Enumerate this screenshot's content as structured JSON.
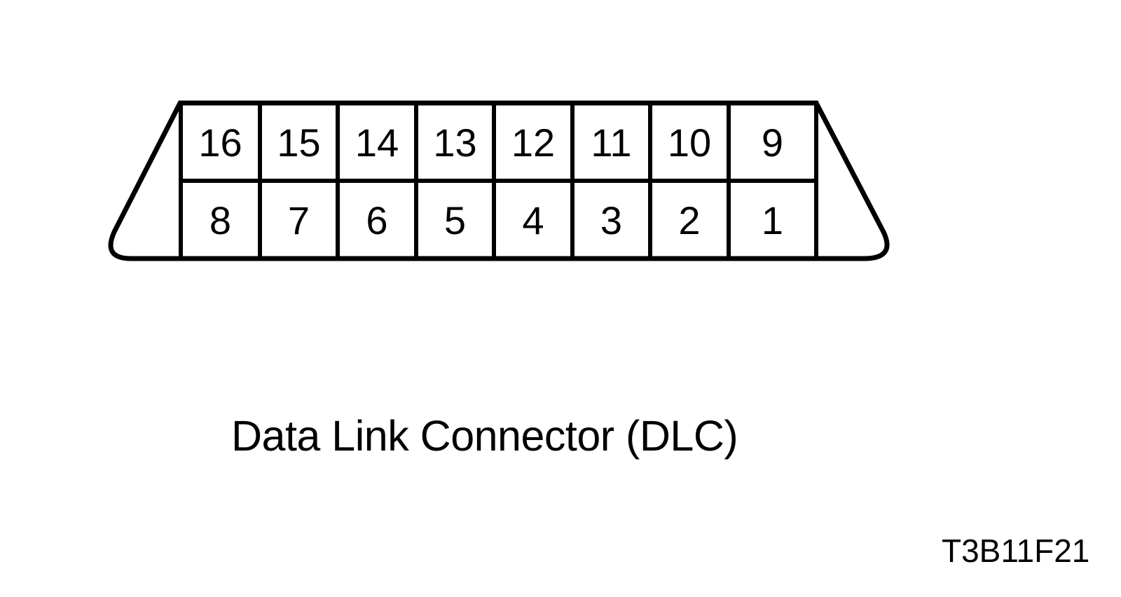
{
  "figure": {
    "caption": "Data Link Connector (DLC)",
    "figure_code": "T3B11F21"
  },
  "connector": {
    "name": "Data Link Connector (DLC)",
    "top_row_pins": [
      "16",
      "15",
      "14",
      "13",
      "12",
      "11",
      "10",
      "9"
    ],
    "bottom_row_pins": [
      "8",
      "7",
      "6",
      "5",
      "4",
      "3",
      "2",
      "1"
    ],
    "rows": 2,
    "columns": 8,
    "colors": {
      "line": "#000000",
      "background": "#ffffff"
    }
  }
}
